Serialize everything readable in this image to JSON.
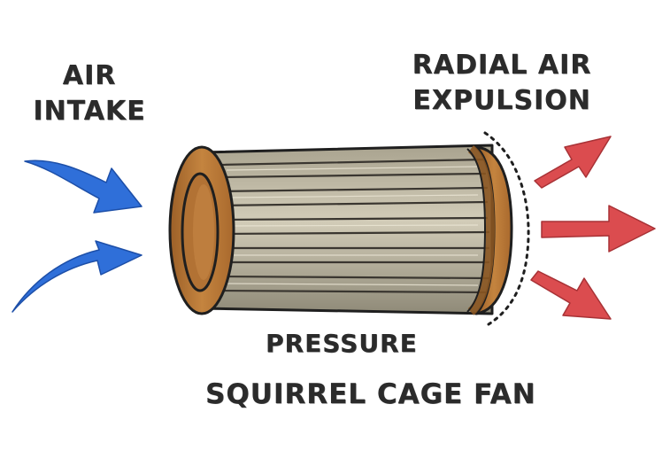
{
  "labels": {
    "intake_line1": "AIR",
    "intake_line2": "INTAKE",
    "expulsion_line1": "RADIAL AIR",
    "expulsion_line2": "EXPULSION",
    "pressure": "PRESSURE",
    "fan_name": "SQUIRREL CAGE FAN"
  },
  "colors": {
    "intake_arrow": "#2f6fd9",
    "exhaust_arrow": "#db4c4f",
    "end_cap": "#b8773b",
    "blades": "#c7c1ad",
    "outline": "#1f1f1f"
  },
  "icons": {
    "intake": "blue-curved-arrow-icon",
    "exhaust": "red-arrow-icon",
    "drum": "cylindrical-fan-drum"
  }
}
